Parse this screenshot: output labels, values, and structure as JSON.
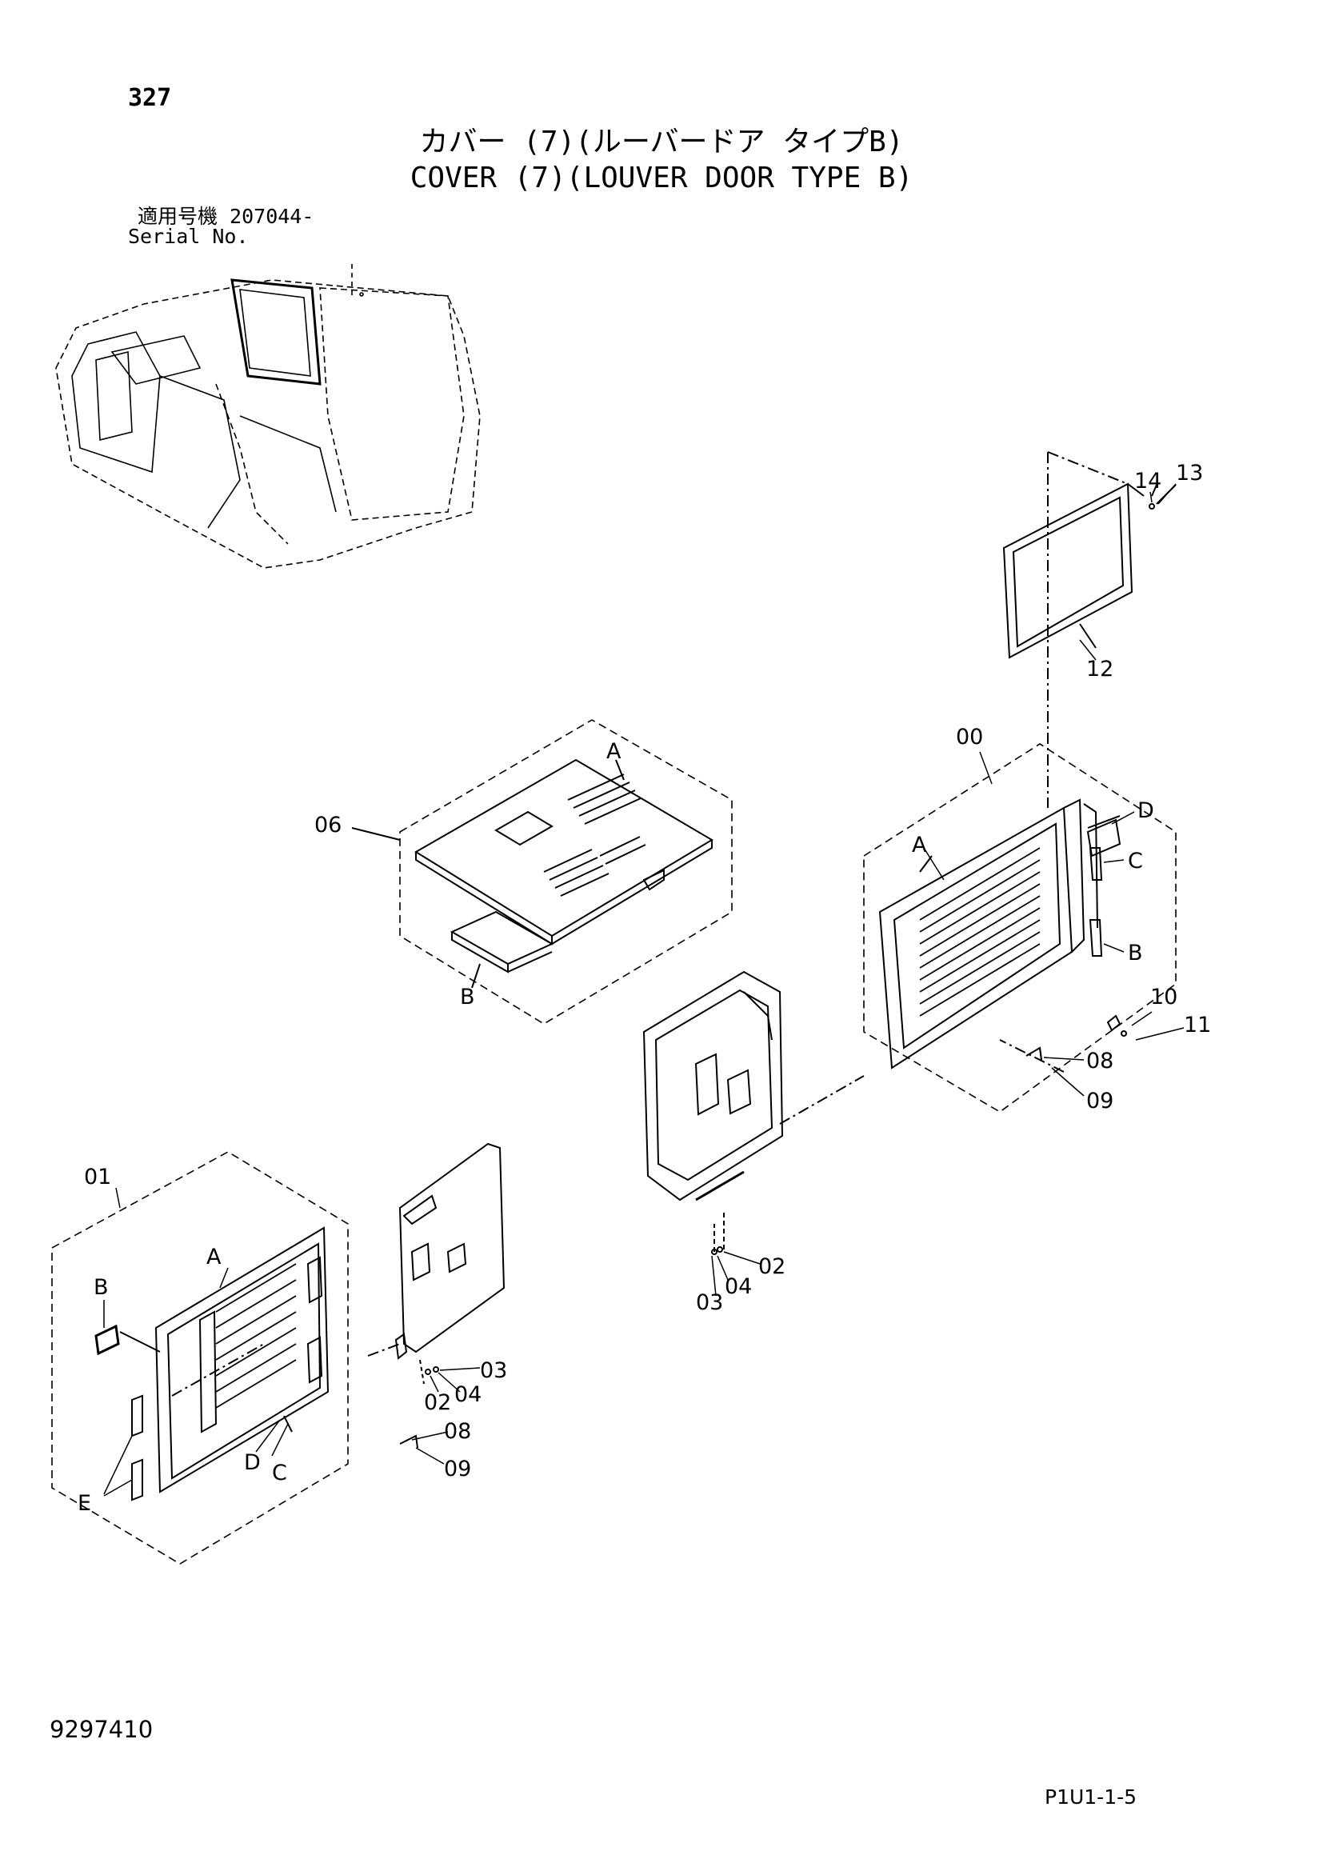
{
  "page_number": "327",
  "title_jp": "カバー (7)(ルーバードア タイプB)",
  "title_en": "COVER (7)(LOUVER DOOR TYPE B)",
  "serial_label_jp": "適用号機 207044-",
  "serial_label_en": "Serial No.",
  "document_number": "9297410",
  "page_code": "P1U1-1-5",
  "callouts": {
    "c14": "14",
    "c13": "13",
    "c12": "12",
    "c00": "00",
    "A_upper": "A",
    "D_upper": "D",
    "C_upper": "C",
    "B_upper": "B",
    "c10": "10",
    "c11": "11",
    "c08_upper": "08",
    "c09_upper": "09",
    "c06": "06",
    "A_plate": "A",
    "B_plate": "B",
    "c02_mid": "02",
    "c04_mid": "04",
    "c03_mid": "03",
    "c01": "01",
    "A_lower": "A",
    "B_lower": "B",
    "D_lower": "D",
    "C_lower": "C",
    "E_lower": "E",
    "c03_low": "03",
    "c02_low": "02",
    "c04_low": "04",
    "c08_low": "08",
    "c09_low": "09"
  }
}
